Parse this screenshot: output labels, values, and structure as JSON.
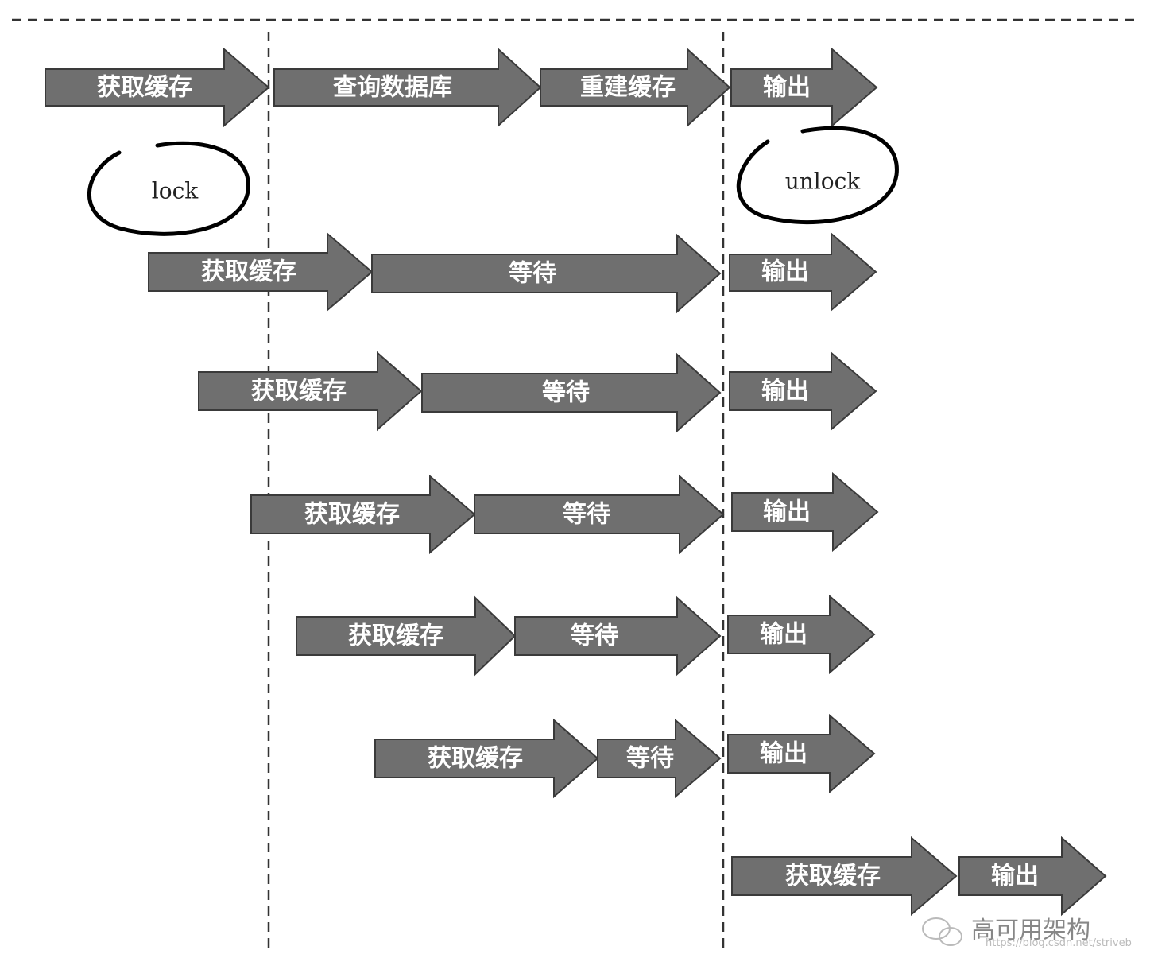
{
  "arrows": [
    {
      "label": "获取缓存"
    },
    {
      "label": "查询数据库"
    },
    {
      "label": "重建缓存"
    },
    {
      "label": "输出"
    },
    {
      "label": "获取缓存"
    },
    {
      "label": "等待"
    },
    {
      "label": "输出"
    },
    {
      "label": "获取缓存"
    },
    {
      "label": "等待"
    },
    {
      "label": "输出"
    },
    {
      "label": "获取缓存"
    },
    {
      "label": "等待"
    },
    {
      "label": "输出"
    },
    {
      "label": "获取缓存"
    },
    {
      "label": "等待"
    },
    {
      "label": "输出"
    },
    {
      "label": "获取缓存"
    },
    {
      "label": "等待"
    },
    {
      "label": "输出"
    },
    {
      "label": "获取缓存"
    },
    {
      "label": "输出"
    }
  ],
  "annotations": {
    "lock": "lock",
    "unlock": "unlock"
  },
  "watermark": {
    "brand": "高可用架构",
    "url": "https://blog.csdn.net/striveb"
  }
}
